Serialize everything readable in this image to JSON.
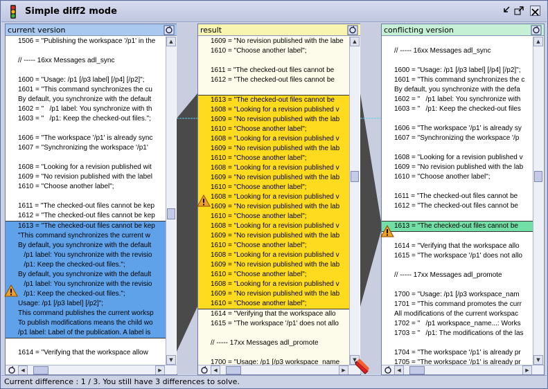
{
  "window": {
    "title": "Simple diff2 mode",
    "buttons": [
      "minimize-icon",
      "restore-icon",
      "close-icon"
    ]
  },
  "panes": {
    "current": {
      "header": "current version",
      "header_color": "#a9c9ee",
      "lines_before": [
        "1506 = \"Publishing the workspace '/p1' in the",
        "",
        "// ----- 16xx Messages adl_sync",
        "",
        "1600 = \"Usage: /p1 [/p3 label] [/p4] [/p2]\";",
        "1601 = \"This command synchronizes the cu",
        "By default, you synchronize with the default",
        "1602 = \"   /p1 label: You synchronize with th",
        "1603 = \"   /p1: Keep the checked-out files.\";",
        "",
        "1606 = \"The workspace '/p1' is already sync",
        "1607 = \"Synchronizing the workspace '/p1'",
        "",
        "1608 = \"Looking for a revision published wit",
        "1609 = \"No revision published with the label",
        "1610 = \"Choose another label\";",
        "",
        "1611 = \"The checked-out files cannot be kep",
        "1612 = \"The checked-out files cannot be kep"
      ],
      "lines_diff": [
        "1613 = \"The checked-out files cannot be kep",
        "\"This command synchronizes the current w",
        "By default, you synchronize with the default",
        "   /p1 label: You synchronize with the revisio",
        "   /p1: Keep the checked-out files.\";",
        "By default, you synchronize with the default",
        "   /p1 label: You synchronize with the revisio",
        "   /p1: Keep the checked-out files.\";",
        "Usage: /p1 [/p3 label] [/p2]\";",
        "This command publishes the current worksp",
        "To publish modifications means the child wo",
        "/p1 label: Label of the publication. A label is"
      ],
      "lines_after": [
        "",
        "1614 = \"Verifying that the workspace allow"
      ]
    },
    "result": {
      "header": "result",
      "header_color": "#f8f5b0",
      "lines_before": [
        "1609 = \"No revision published with the labe",
        "1610 = \"Choose another label\";",
        "",
        "1611 = \"The checked-out files cannot be",
        "1612 = \"The checked-out files cannot be",
        ""
      ],
      "lines_diff": [
        "1613 = \"The checked-out files cannot be",
        "1608 = \"Looking for a revision published v",
        "1609 = \"No revision published with the lab",
        "1610 = \"Choose another label\";",
        "1608 = \"Looking for a revision published v",
        "1609 = \"No revision published with the lab",
        "1610 = \"Choose another label\";",
        "1608 = \"Looking for a revision published v",
        "1609 = \"No revision published with the lab",
        "1610 = \"Choose another label\";",
        "1608 = \"Looking for a revision published v",
        "1609 = \"No revision published with the lab",
        "1610 = \"Choose another label\";",
        "1608 = \"Looking for a revision published v",
        "1609 = \"No revision published with the lab",
        "1610 = \"Choose another label\";",
        "1608 = \"Looking for a revision published v",
        "1609 = \"No revision published with the lab",
        "1610 = \"Choose another label\";",
        "1608 = \"Looking for a revision published v",
        "1609 = \"No revision published with the lab",
        "1610 = \"Choose another label\";"
      ],
      "lines_after": [
        "1614 = \"Verifying that the workspace allo",
        "1615 = \"The workspace '/p1' does not allo",
        "",
        "// ----- 17xx Messages adl_promote",
        "",
        "1700 = \"Usage: /p1 [/p3 workspace_name"
      ]
    },
    "conflicting": {
      "header": "conflicting version",
      "header_color": "#c6f0d6",
      "lines_before": [
        "",
        "// ----- 16xx Messages adl_sync",
        "",
        "1600 = \"Usage: /p1 [/p3 label] [/p4] [/p2]\";",
        "1601 = \"This command synchronizes the c",
        "By default, you synchronize with the defa",
        "1602 = \"   /p1 label: You synchronize with",
        "1603 = \"   /p1: Keep the checked-out files",
        "",
        "1606 = \"The workspace '/p1' is already sy",
        "1607 = \"Synchronizing the workspace '/p",
        "",
        "1608 = \"Looking for a revision published v",
        "1609 = \"No revision published with the lab",
        "1610 = \"Choose another label\";",
        "",
        "1611 = \"The checked-out files cannot be",
        "1612 = \"The checked-out files cannot be",
        ""
      ],
      "lines_diff": [
        "1613 = \"The checked-out files cannot be"
      ],
      "lines_after": [
        "",
        "1614 = \"Verifying that the workspace allo",
        "1615 = \"The workspace '/p1' does not allo",
        "",
        "// ----- 17xx Messages adl_promote",
        "",
        "1700 = \"Usage: /p1 [/p3 workspace_nam",
        "1701 = \"This command promotes the curr",
        "All modifications of the current workspac",
        "1702 = \"   /p1 workspace_name...: Works",
        "1703 = \"   /p1: The modifications of the las",
        "",
        "1704 = \"The workspace '/p1' is already pr",
        "1705 = \"The workspace '/p1' is already pr"
      ]
    }
  },
  "colors": {
    "current_diff": "#5fa2ea",
    "result_diff": "#ffdb1f",
    "result_bg": "#fdfbe9",
    "conflict_diff": "#72e0a6",
    "warning": "#f0a020"
  },
  "status": "Current difference : 1 / 3. You still have 3 differences to solve."
}
